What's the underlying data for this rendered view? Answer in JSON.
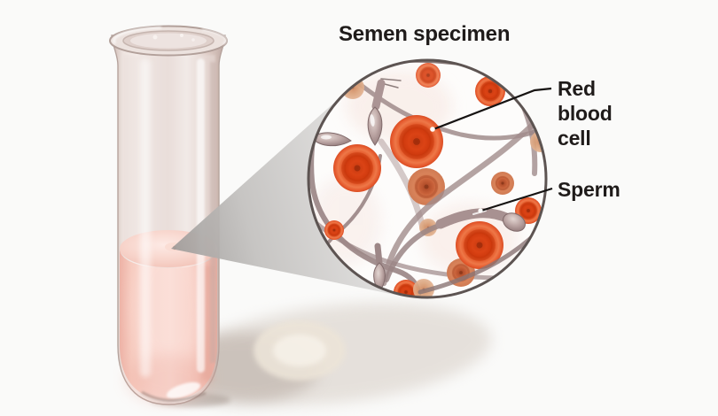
{
  "title": "Semen specimen",
  "labels": {
    "red_blood_cell": "Red\nblood\ncell",
    "sperm": "Sperm"
  },
  "colors": {
    "background": "#fafaf9",
    "label_text": "#1f1b1a",
    "red_blood_cell": "#e0481d",
    "sperm_cell": "#a48d8d",
    "specimen_liquid": "#f6cdc3",
    "glass_tint": "#e9dcd8",
    "magnifier_ring": "#5d5452",
    "leader_line": "#161312"
  }
}
